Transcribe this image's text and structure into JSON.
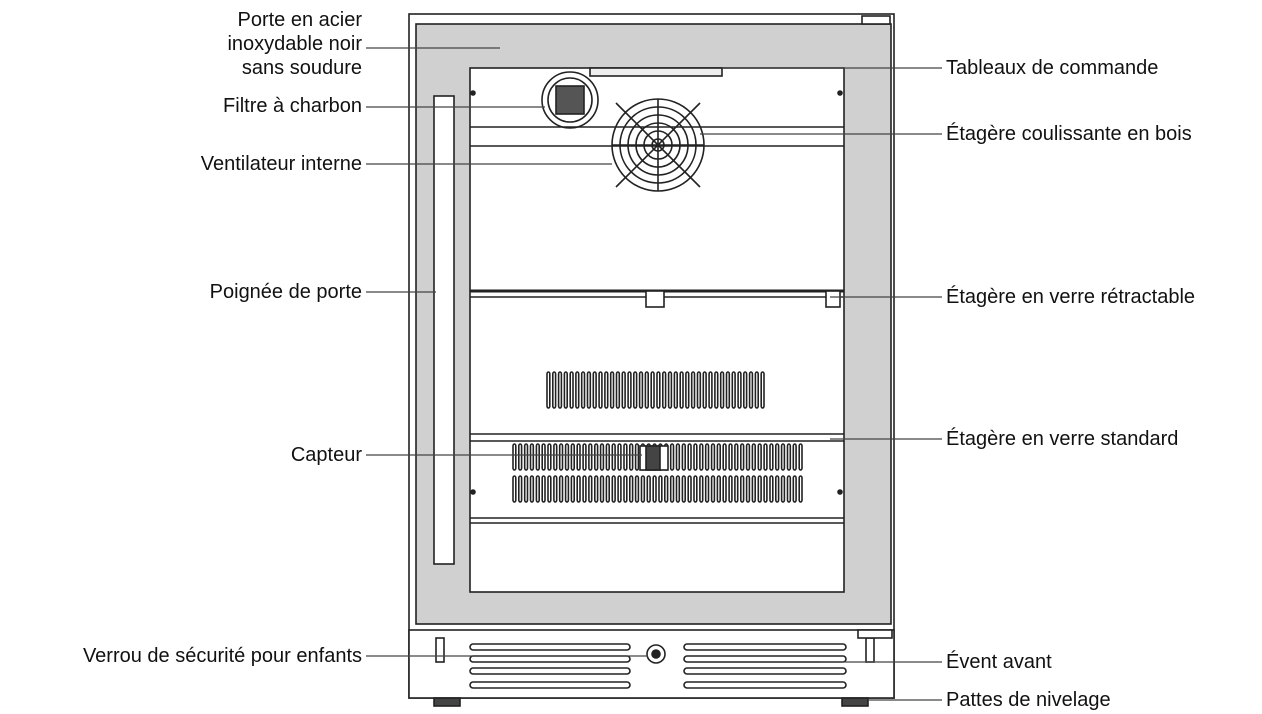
{
  "labels_left": {
    "door": [
      "Porte en acier",
      "inoxydable noir",
      "sans soudure"
    ],
    "filter": "Filtre à charbon",
    "fan": "Ventilateur interne",
    "handle": "Poignée de porte",
    "sensor": "Capteur",
    "lock": "Verrou de sécurité pour enfants"
  },
  "labels_right": {
    "control": "Tableaux de commande",
    "wood_shelf": "Étagère coulissante en bois",
    "retract_shelf": "Étagère en verre rétractable",
    "std_shelf": "Étagère en verre standard",
    "vent": "Évent avant",
    "legs": "Pattes de nivelage"
  }
}
